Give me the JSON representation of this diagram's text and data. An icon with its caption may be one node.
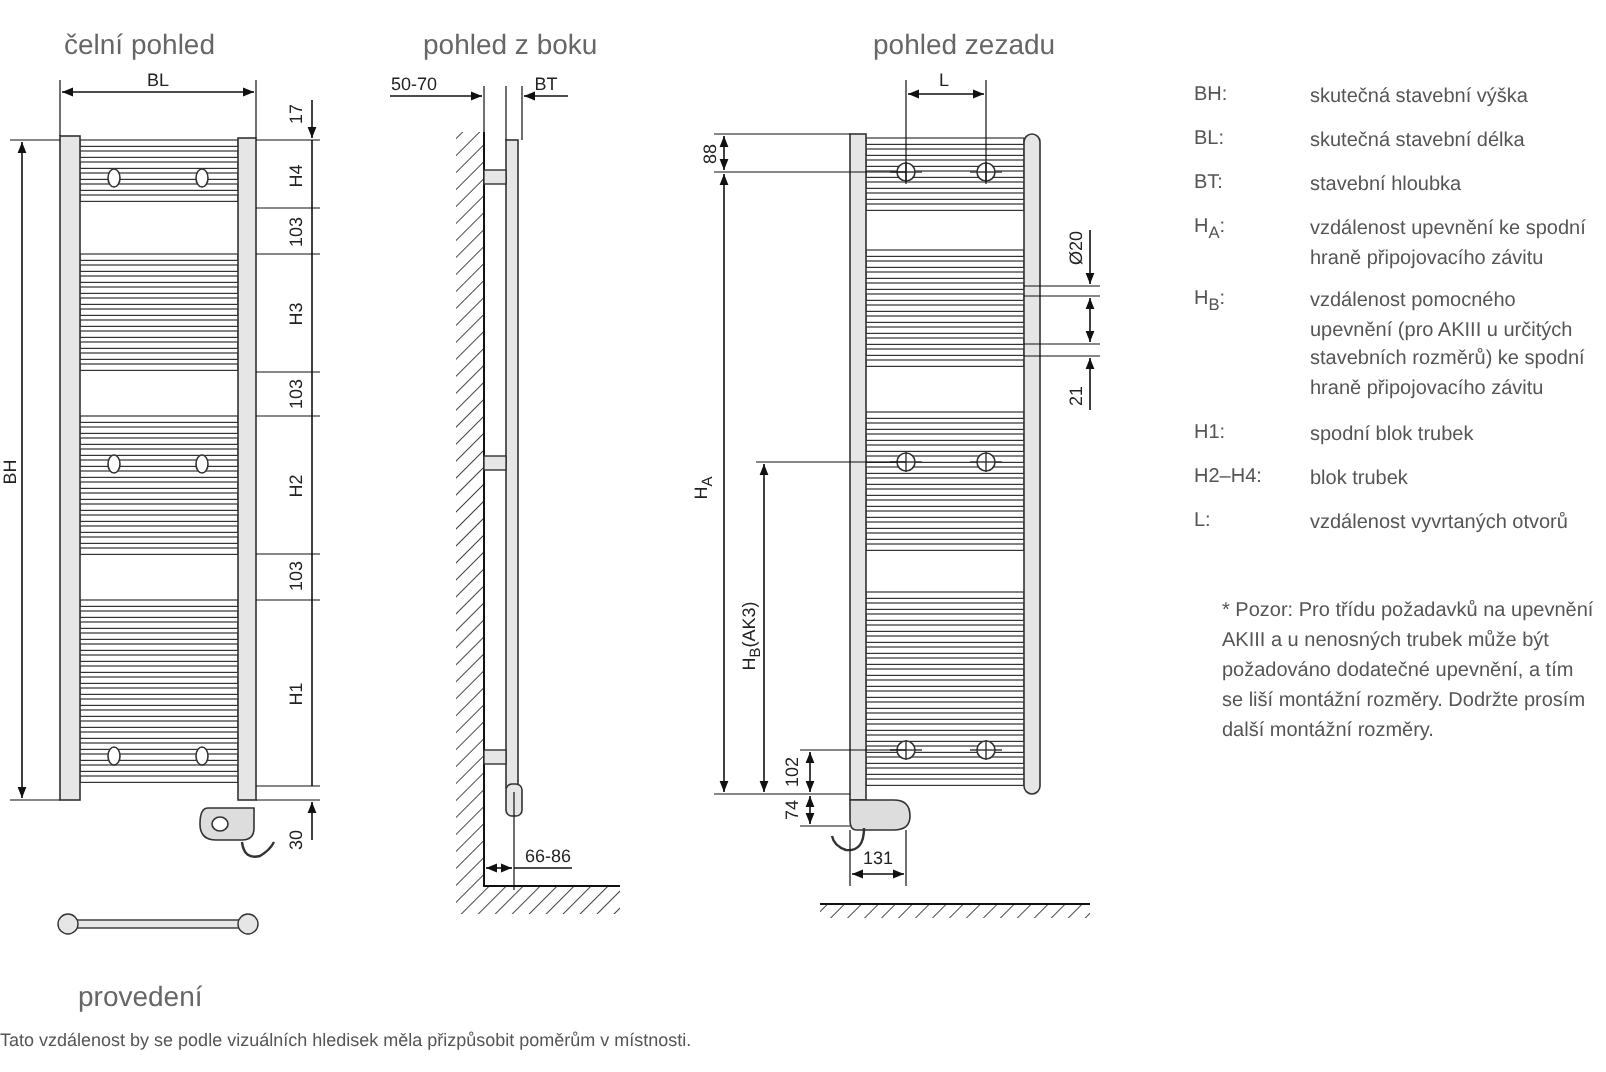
{
  "diagram": {
    "labels": [
      "čelní pohled",
      "pohled z boku",
      "pohled zezadu",
      "BH:",
      "skutečná stavební výška",
      "BL:",
      "skutečná stavební délka",
      "BT:",
      "stavební hloubka",
      "H$_{A}$:",
      "vzdálenost upevnění ke spodní hraně připojovacího závitu",
      "H$_{B}$:",
      "vzdálenost pomocného upevnění (pro AKIII u určitých stavebních rozměrů) ke spodní hraně připojovacího závitu",
      "H1:",
      "spodní blok trubek",
      "H2–H4:",
      "blok trubek",
      "L:",
      "vzdálenost vyvrtaných otvorů",
      "BL",
      "50-70",
      "BT",
      "L",
      "17",
      "H4",
      "88",
      "103",
      "Ø20",
      "H3",
      "21",
      "103",
      "BH",
      "H2",
      "H$_{A}$",
      "103",
      "* Pozor: Pro třídu požadavků na upevnění AKIII a u nenosných trubek může být požadováno dodatečné upevnění, a tím se liší montážní rozměry. Dodržte prosím další montážní rozměry.",
      "H1",
      "H$_{B}$(AK3)",
      "102",
      "74",
      "30",
      "66-86",
      "131",
      "provedení",
      "Tato vzdálenost by se podle vizuálních hledisek měla přizpůsobit poměrům v místnosti."
    ]
  }
}
